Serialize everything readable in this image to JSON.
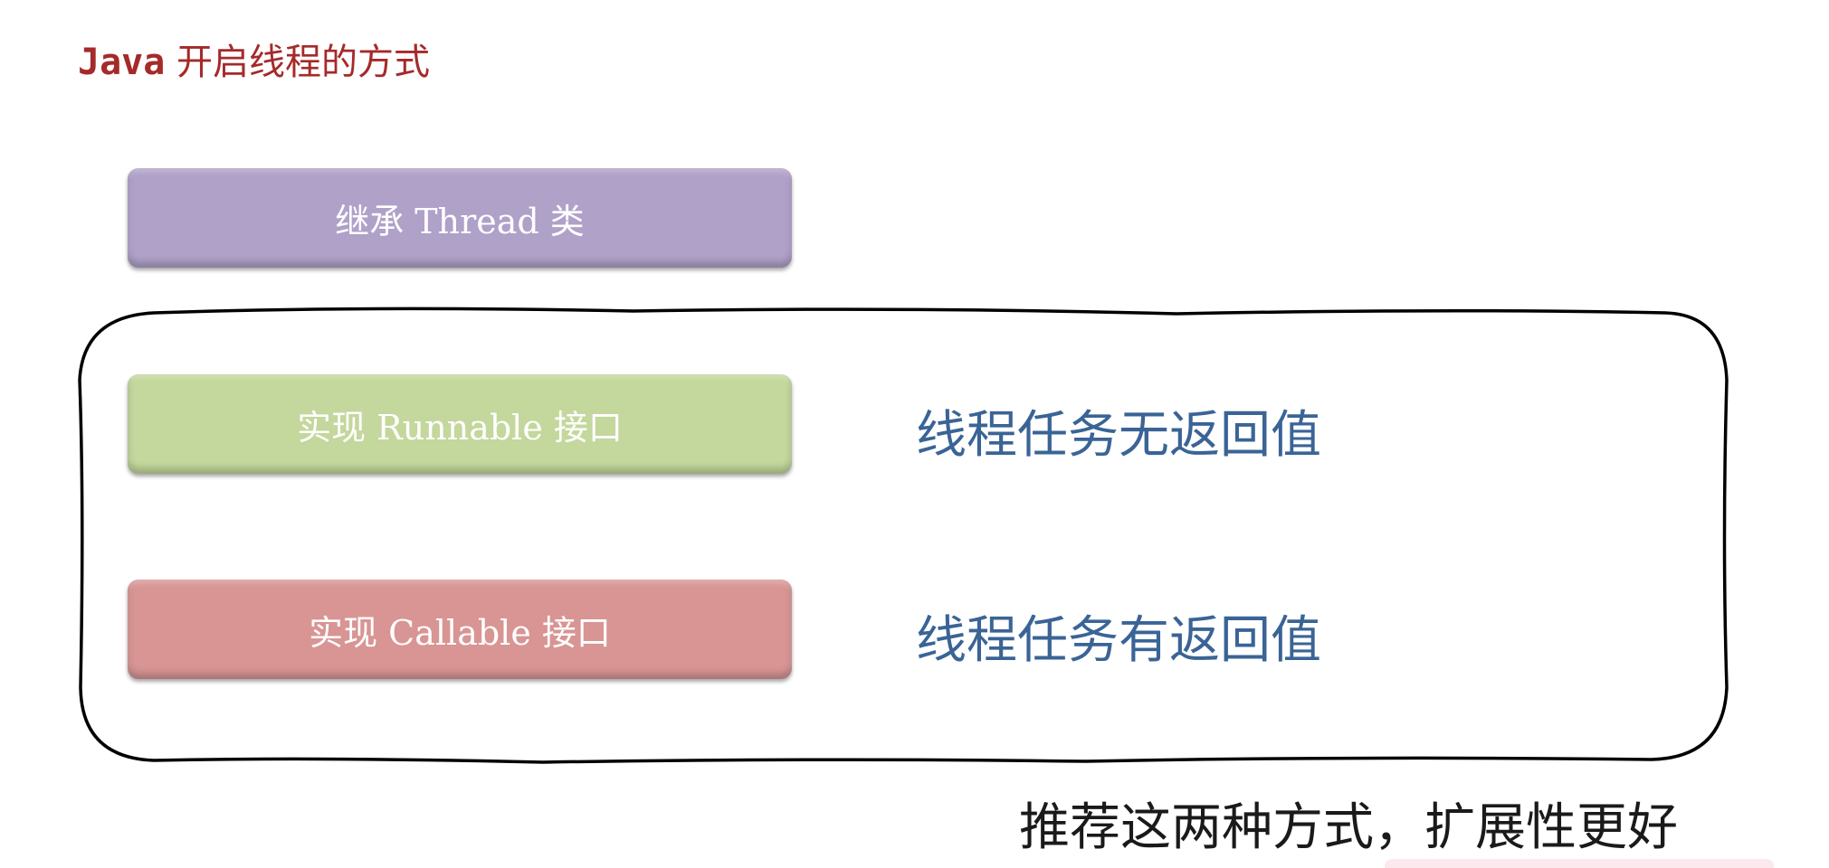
{
  "title": {
    "code": "Java",
    "text": "开启线程的方式"
  },
  "methods": [
    {
      "label": "继承 Thread 类",
      "color": "#b0a1c9"
    },
    {
      "label": "实现 Runnable 接口",
      "color": "#c4d79c",
      "note": "线程任务无返回值"
    },
    {
      "label": "实现 Callable 接口",
      "color": "#d89594",
      "note": "线程任务有返回值"
    }
  ],
  "recommendation": "推荐这两种方式，扩展性更好",
  "colors": {
    "title": "#a52a2a",
    "note": "#3a6496"
  }
}
